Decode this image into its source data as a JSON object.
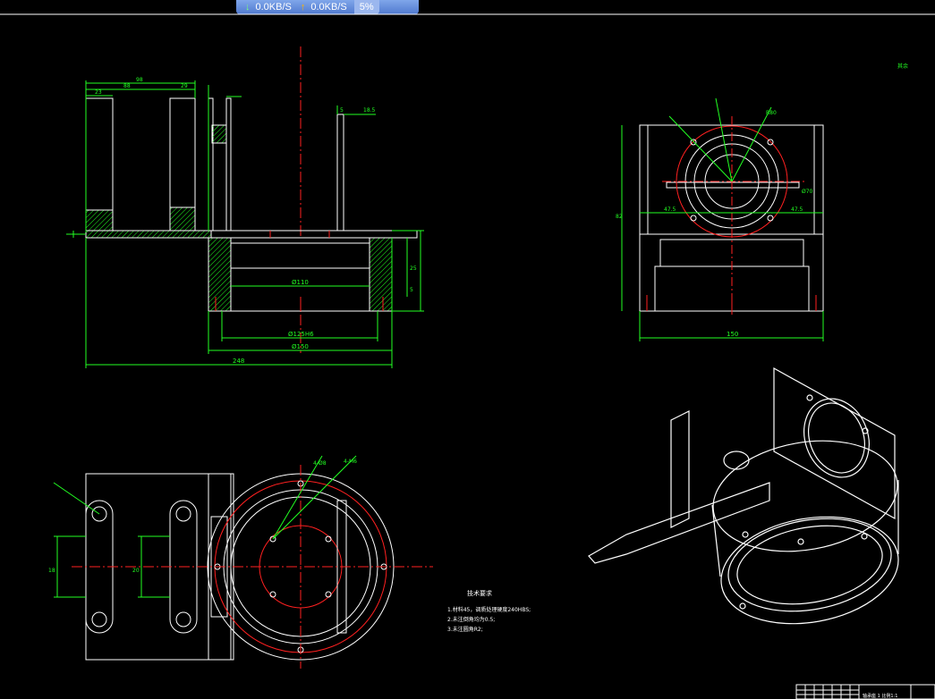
{
  "netbar": {
    "download": "0.0KB/S",
    "upload": "0.0KB/S",
    "cpu": "5%"
  },
  "drawing": {
    "dims_front": {
      "overall": "248",
      "d110": "Ø110",
      "d125": "Ø125H6",
      "d150": "Ø150",
      "top1": "98",
      "top2": "88",
      "top3": "23",
      "top4": "29",
      "small1": "5",
      "small2": "18.5",
      "right1": "25",
      "right2": "5"
    },
    "dims_side": {
      "width": "150",
      "left_half": "47.5",
      "right_half": "47.5",
      "height": "82",
      "r1": "R80",
      "r2": "Ø70"
    },
    "dims_top": {
      "slot1": "18",
      "slot2": "20",
      "callout1": "4-Ø8",
      "callout2": "4-M6"
    },
    "tech_title": "技术要求",
    "tech_lines": [
      "1.材料45，调质处理硬度240HBS;",
      "2.未注倒角均为0.5;",
      "3.未注圆角R2;"
    ],
    "corner_note": "其余",
    "title_block_text": "轴承座 1 比例1:1"
  }
}
